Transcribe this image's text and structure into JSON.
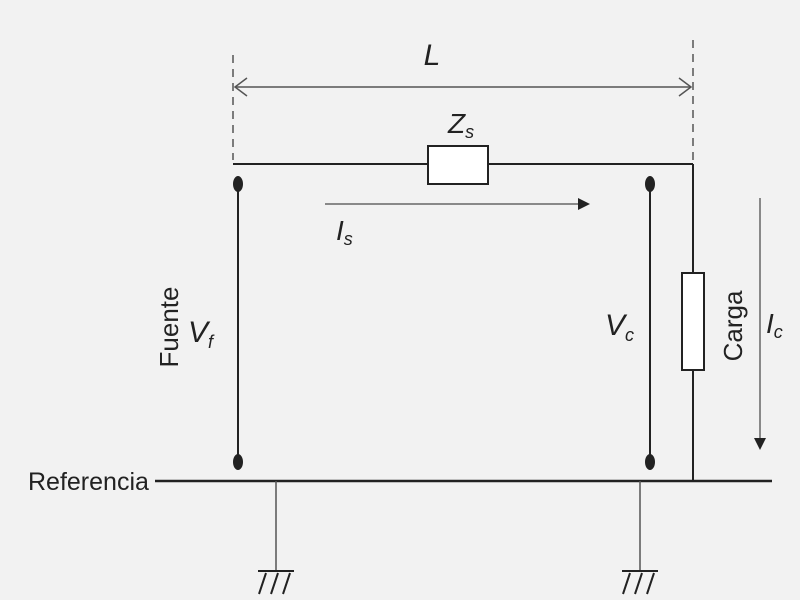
{
  "labels": {
    "length": "L",
    "series_impedance": "Z",
    "series_impedance_sub": "s",
    "series_current": "I",
    "series_current_sub": "s",
    "source_voltage": "V",
    "source_voltage_sub": "f",
    "load_voltage": "V",
    "load_voltage_sub": "c",
    "load_current": "I",
    "load_current_sub": "c",
    "source": "Fuente",
    "load": "Carga",
    "reference": "Referencia"
  },
  "colors": {
    "background": "#f2f2f2",
    "line": "#222222",
    "arrow_gray": "#666666",
    "resistor_fill": "#ffffff"
  }
}
